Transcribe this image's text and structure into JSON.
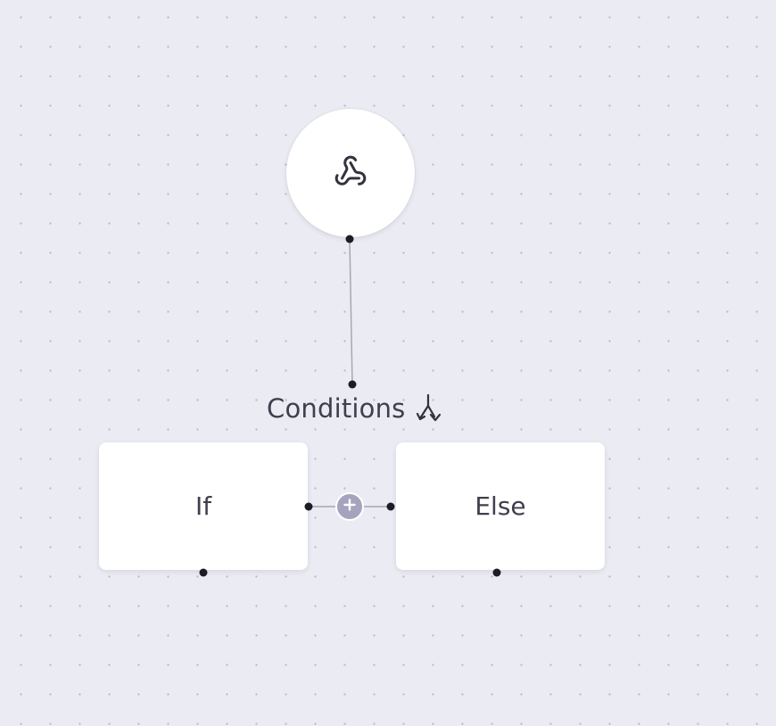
{
  "trigger": {
    "icon": "webhook-icon"
  },
  "conditions": {
    "title": "Conditions",
    "icon": "split-branch-icon"
  },
  "branches": {
    "if_label": "If",
    "else_label": "Else"
  },
  "add_branch": {
    "icon": "plus-icon"
  },
  "colors": {
    "canvas_background": "#ebebf3",
    "grid_dot": "#b9b9c6",
    "node_background": "#ffffff",
    "handle": "#1c1c28",
    "edge": "#a8a8b4",
    "text": "#3f3f4e",
    "add_button": "#a6a3bf"
  }
}
